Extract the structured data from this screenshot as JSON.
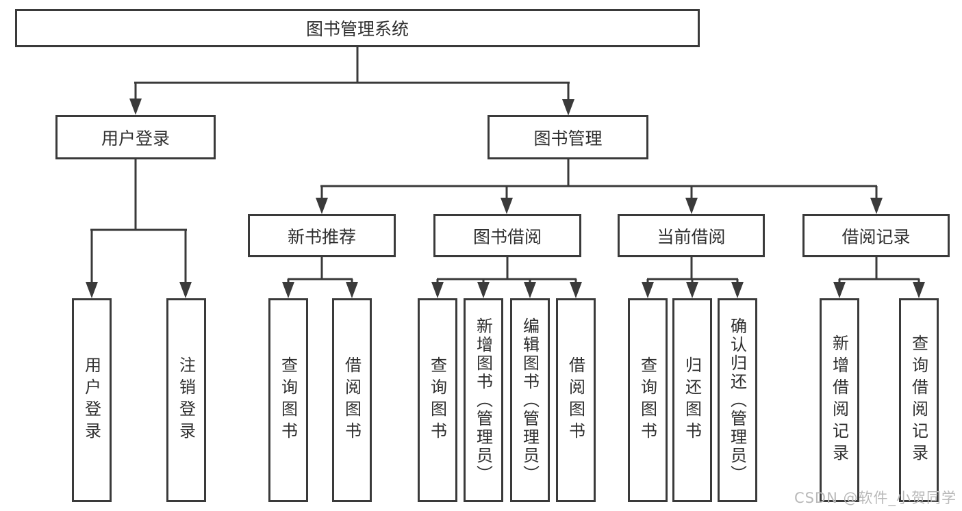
{
  "colors": {
    "line": "#3a3a3a",
    "text": "#2f2f2f",
    "watermark": "#b9b9b9",
    "background": "#ffffff"
  },
  "watermark": "CSDN @软件_小贺同学",
  "tree": {
    "root": {
      "label": "图书管理系统",
      "children": [
        {
          "label": "用户登录",
          "children": [
            {
              "label": "用户登录"
            },
            {
              "label": "注销登录"
            }
          ]
        },
        {
          "label": "图书管理",
          "children": [
            {
              "label": "新书推荐",
              "children": [
                {
                  "label": "查询图书"
                },
                {
                  "label": "借阅图书"
                }
              ]
            },
            {
              "label": "图书借阅",
              "children": [
                {
                  "label": "查询图书"
                },
                {
                  "label": "新增图书（管理员）"
                },
                {
                  "label": "编辑图书（管理员）"
                },
                {
                  "label": "借阅图书"
                }
              ]
            },
            {
              "label": "当前借阅",
              "children": [
                {
                  "label": "查询图书"
                },
                {
                  "label": "归还图书"
                },
                {
                  "label": "确认归还（管理员）"
                }
              ]
            },
            {
              "label": "借阅记录",
              "children": [
                {
                  "label": "新增借阅记录"
                },
                {
                  "label": "查询借阅记录"
                }
              ]
            }
          ]
        }
      ]
    }
  }
}
